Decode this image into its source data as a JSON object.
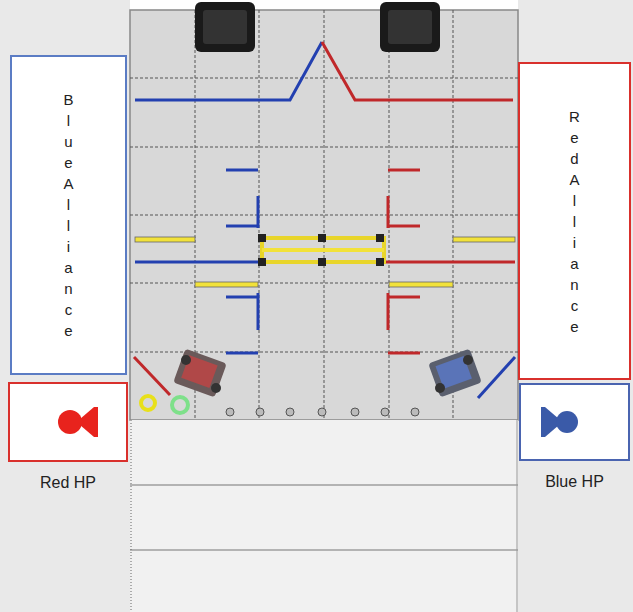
{
  "diagram": {
    "nodes": [
      {
        "text": [
          "Blue Alliance"
        ]
      },
      {
        "text": [
          "Red Alliance"
        ]
      },
      {
        "text": [
          "Red HP"
        ]
      },
      {
        "text": [
          "Blue HP"
        ]
      }
    ]
  }
}
